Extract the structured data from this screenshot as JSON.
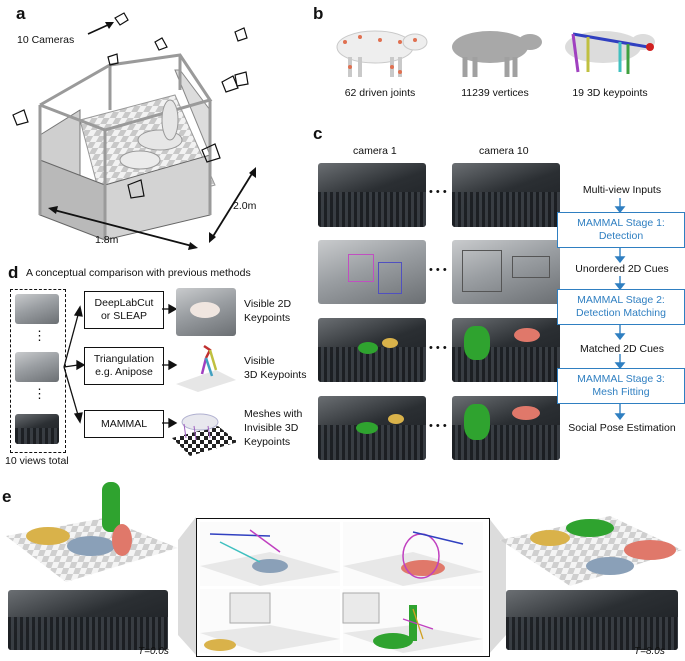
{
  "panel_a": {
    "letter": "a",
    "cameras_label": "10 Cameras",
    "dim_width": "1.8m",
    "dim_depth": "2.0m"
  },
  "panel_b": {
    "letter": "b",
    "captions": [
      "62 driven joints",
      "11239 vertices",
      "19 3D keypoints"
    ]
  },
  "panel_c": {
    "letter": "c",
    "col1_label": "camera 1",
    "col2_label": "camera 10",
    "ellipsis": "• • •",
    "steps": [
      "Multi-view Inputs",
      "MAMMAL Stage 1:\nDetection",
      "Unordered 2D Cues",
      "MAMMAL Stage 2:\nDetection Matching",
      "Matched 2D Cues",
      "MAMMAL Stage 3:\nMesh Fitting",
      "Social Pose Estimation"
    ]
  },
  "panel_d": {
    "letter": "d",
    "title": "A conceptual comparison with previous methods",
    "vdots": "⋮",
    "views_total": "10 views total",
    "methods": [
      "DeepLabCut\nor SLEAP",
      "Triangulation\ne.g. Anipose",
      "MAMMAL"
    ],
    "results": [
      "Visible 2D\nKeypoints",
      "Visible\n3D Keypoints",
      "Meshes with\nInvisible 3D\nKeypoints"
    ]
  },
  "panel_e": {
    "letter": "e",
    "t_start": "T=0.0s",
    "t_end": "T=8.0s"
  },
  "colors": {
    "blue": "#2f7fc1",
    "pig_yellow": "#d9b24a",
    "pig_blue": "#8aa0b8",
    "pig_pink": "#e0786a",
    "pig_green": "#2fa32f"
  }
}
